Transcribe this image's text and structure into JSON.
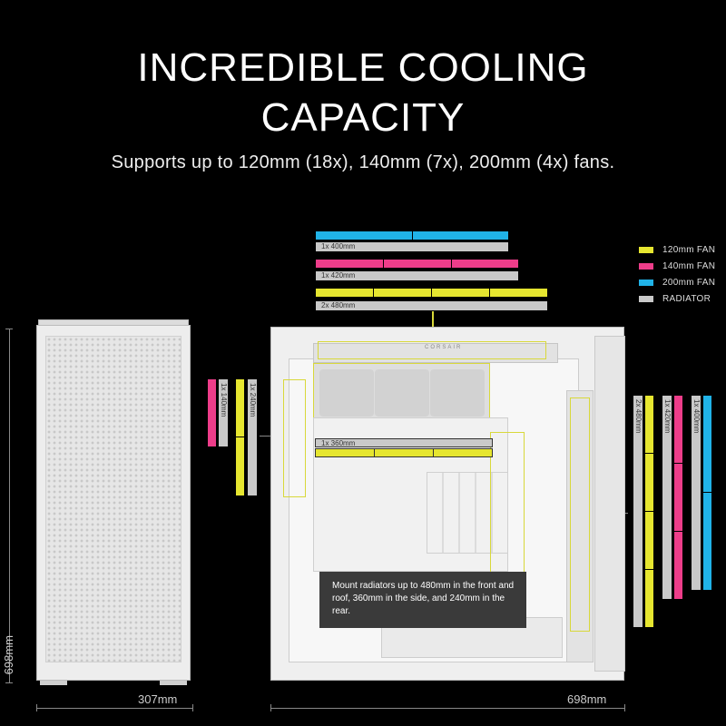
{
  "heading": {
    "line1": "INCREDIBLE COOLING",
    "line2": "CAPACITY",
    "subtitle": "Supports up to 120mm (18x), 140mm (7x), 200mm (4x) fans."
  },
  "legend": [
    {
      "label": "120mm FAN",
      "color": "#e6e630"
    },
    {
      "label": "140mm FAN",
      "color": "#ee3d8a"
    },
    {
      "label": "200mm FAN",
      "color": "#20b3e8"
    },
    {
      "label": "RADIATOR",
      "color": "#c9c9c9"
    }
  ],
  "top_configs": {
    "roof_400": "1x 400mm",
    "roof_420": "1x 420mm",
    "roof_480": "2x 480mm"
  },
  "rear_configs": {
    "rear_140": "1x 140mm",
    "rear_240": "1x 240mm"
  },
  "side_config": {
    "side_360": "1x 360mm"
  },
  "front_configs": {
    "front_480": "2x 480mm",
    "front_420": "1x 420mm",
    "front_400": "1x 400mm"
  },
  "case": {
    "brand": "CORSAIR"
  },
  "callout": "Mount radiators up to 480mm in the front and roof, 360mm in the side, and 240mm in the rear.",
  "dimensions": {
    "height": "698mm",
    "width": "307mm",
    "depth": "698mm"
  }
}
